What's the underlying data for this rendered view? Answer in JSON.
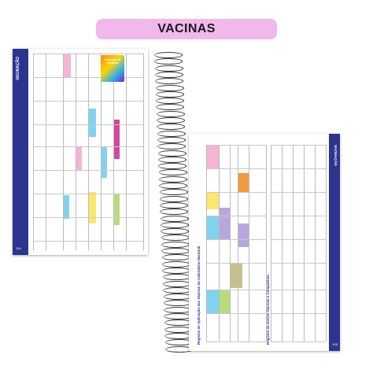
{
  "banner": {
    "title": "VACINAS"
  },
  "left_page": {
    "band_label": "VACINAÇÃO",
    "title": "Registro de Aplicação das Vacinas do Calendário Nacional",
    "page_number": "104",
    "cover_label": "Calendário de Vacinação"
  },
  "right_page": {
    "band_label": "VACINAÇÃO",
    "title_upper": "Registro de Aplicação das Vacinas do Calendário Nacional",
    "title_lower": "Registro de Outras Vacinas e Campanhas",
    "page_number": "105"
  },
  "colors": {
    "banner": "#f1b8ec",
    "band": "#2b3590",
    "pink": "#f7b3d4",
    "cyan": "#7fd3ee",
    "yellow": "#fbe86a",
    "green": "#b7dd7a",
    "purple": "#b9a6dd",
    "magenta": "#d4479a",
    "orange": "#f39a3c",
    "olive": "#c7c08a"
  },
  "icons": {
    "spiral": "spiral-binding-icon"
  }
}
